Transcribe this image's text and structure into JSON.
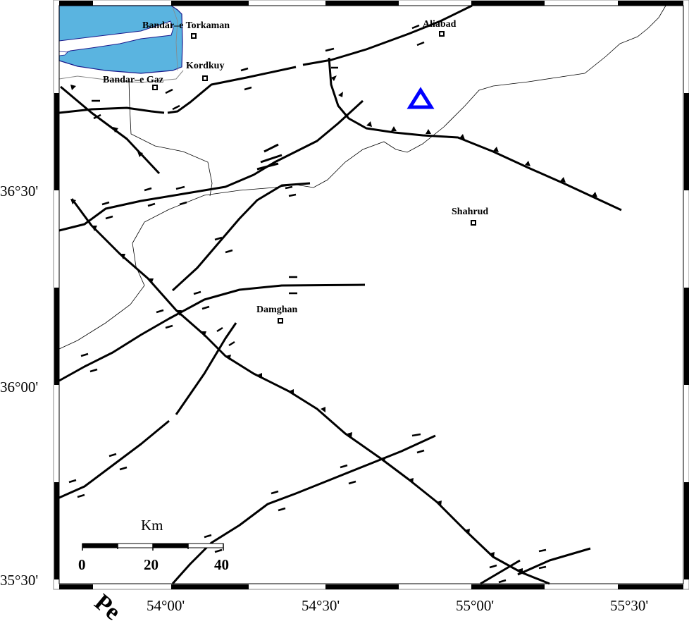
{
  "map": {
    "cities": [
      {
        "name": "Bandar–e Torkaman"
      },
      {
        "name": "Aliabad"
      },
      {
        "name": "Kordkuy"
      },
      {
        "name": "Bandar–e Gaz"
      },
      {
        "name": "Shahrud"
      },
      {
        "name": "Damghan"
      }
    ],
    "lat_labels": [
      "36°30'",
      "36°00'",
      "35°30'"
    ],
    "lon_labels": [
      "54°00'",
      "54°30'",
      "55°00'",
      "55°30'"
    ],
    "scale_bar": {
      "unit": "Km",
      "ticks": [
        "0",
        "20",
        "40"
      ]
    },
    "partial_text": "Pe",
    "station_marker": "triangle-icon",
    "colors": {
      "sea": "#5ab4e0",
      "sea_outline": "#1a1a8c",
      "station": "#0000ff"
    }
  }
}
